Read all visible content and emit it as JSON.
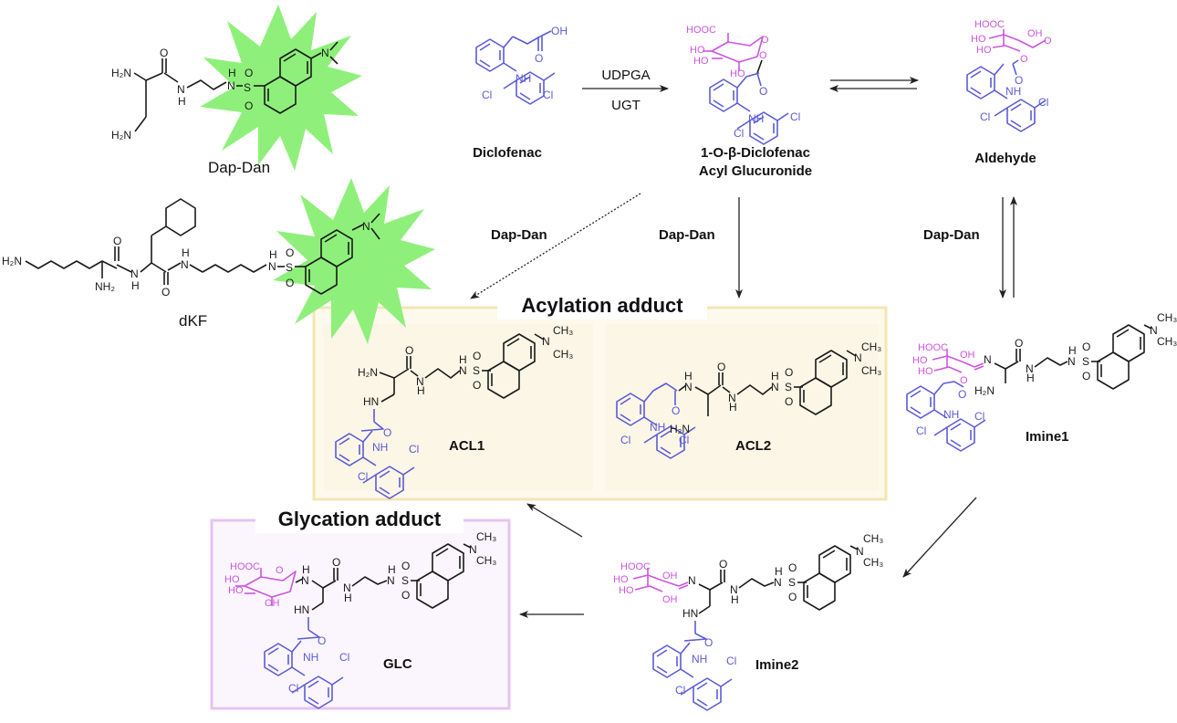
{
  "colors": {
    "diclofenac": "#5b5bd6",
    "glucuronide": "#cc55dd",
    "burst": "#8ef07a",
    "acylation_box_border": "#f3e6b5",
    "acylation_box_fill": "#fdf9ec",
    "glycation_box_border": "#e6c3f2",
    "glycation_box_fill": "#fbf6fd"
  },
  "probes": {
    "dapdan": {
      "label": "Dap-Dan"
    },
    "dkf": {
      "label": "dKF"
    }
  },
  "compounds": {
    "diclofenac": {
      "label": "Diclofenac"
    },
    "acyl_glucuronide": {
      "label_line1": "1-O-β-Diclofenac",
      "label_line2": "Acyl Glucuronide"
    },
    "aldehyde": {
      "label": "Aldehyde"
    },
    "acl1": {
      "label": "ACL1"
    },
    "acl2": {
      "label": "ACL2"
    },
    "imine1": {
      "label": "Imine1"
    },
    "imine2": {
      "label": "Imine2"
    },
    "glc": {
      "label": "GLC"
    }
  },
  "reactions": {
    "glucuronidation": {
      "above": "UDPGA",
      "below": "UGT"
    },
    "dapdan_dotted": "Dap-Dan",
    "dapdan_direct": "Dap-Dan",
    "dapdan_aldehyde": "Dap-Dan"
  },
  "boxes": {
    "acylation": {
      "title": "Acylation adduct"
    },
    "glycation": {
      "title": "Glycation adduct"
    }
  },
  "atoms": {
    "H2N": "H₂N",
    "NH2": "NH₂",
    "N": "N",
    "H": "H",
    "O": "O",
    "S": "S",
    "NH": "NH",
    "HN": "HN",
    "OH": "OH",
    "Cl": "Cl",
    "HOOC": "HOOC",
    "HO": "HO",
    "CH3": "CH₃"
  }
}
